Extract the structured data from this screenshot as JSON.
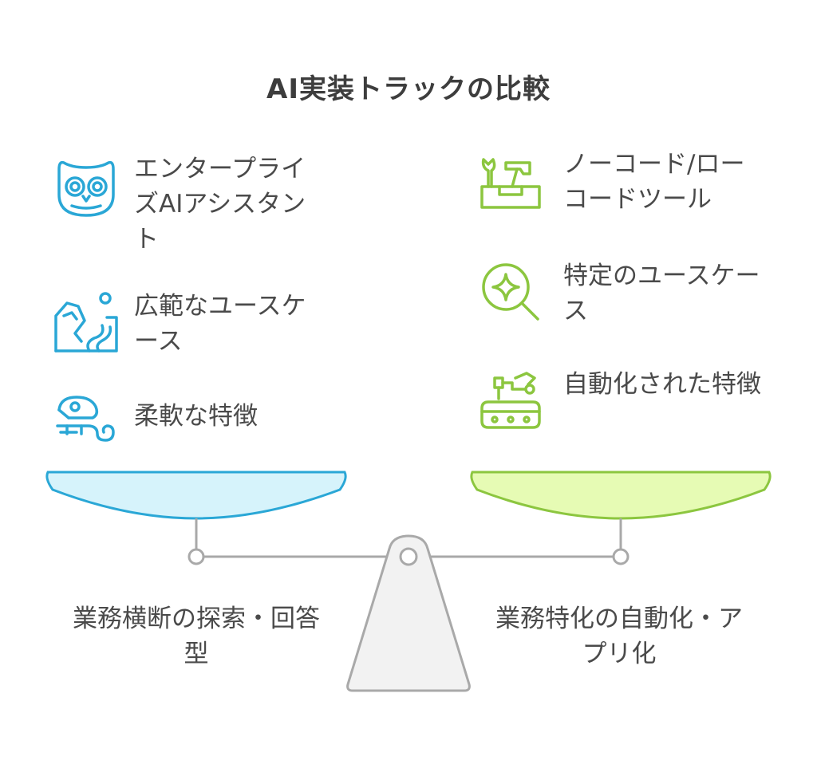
{
  "title": "AI実装トラックの比較",
  "left_group": {
    "items": [
      {
        "label": "エンタープライズAIアシスタント",
        "icon": "owl-icon"
      },
      {
        "label": "広範なユースケース",
        "icon": "landscape-icon"
      },
      {
        "label": "柔軟な特徴",
        "icon": "chameleon-icon"
      }
    ],
    "footer": "業務横断の探索・回答型",
    "color": "#2aa7d6",
    "fill": "#d6f3fb"
  },
  "right_group": {
    "items": [
      {
        "label": "ノーコード/ローコードツール",
        "icon": "toolbox-icon"
      },
      {
        "label": "特定のユースケース",
        "icon": "magnifier-icon"
      },
      {
        "label": "自動化された特徴",
        "icon": "robot-arm-icon"
      }
    ],
    "footer": "業務特化の自動化・アプリ化",
    "color": "#8cc63f",
    "fill": "#e6fbb4"
  },
  "colors": {
    "scale": "#a9a9a9",
    "base_fill": "#f2f2f2"
  }
}
